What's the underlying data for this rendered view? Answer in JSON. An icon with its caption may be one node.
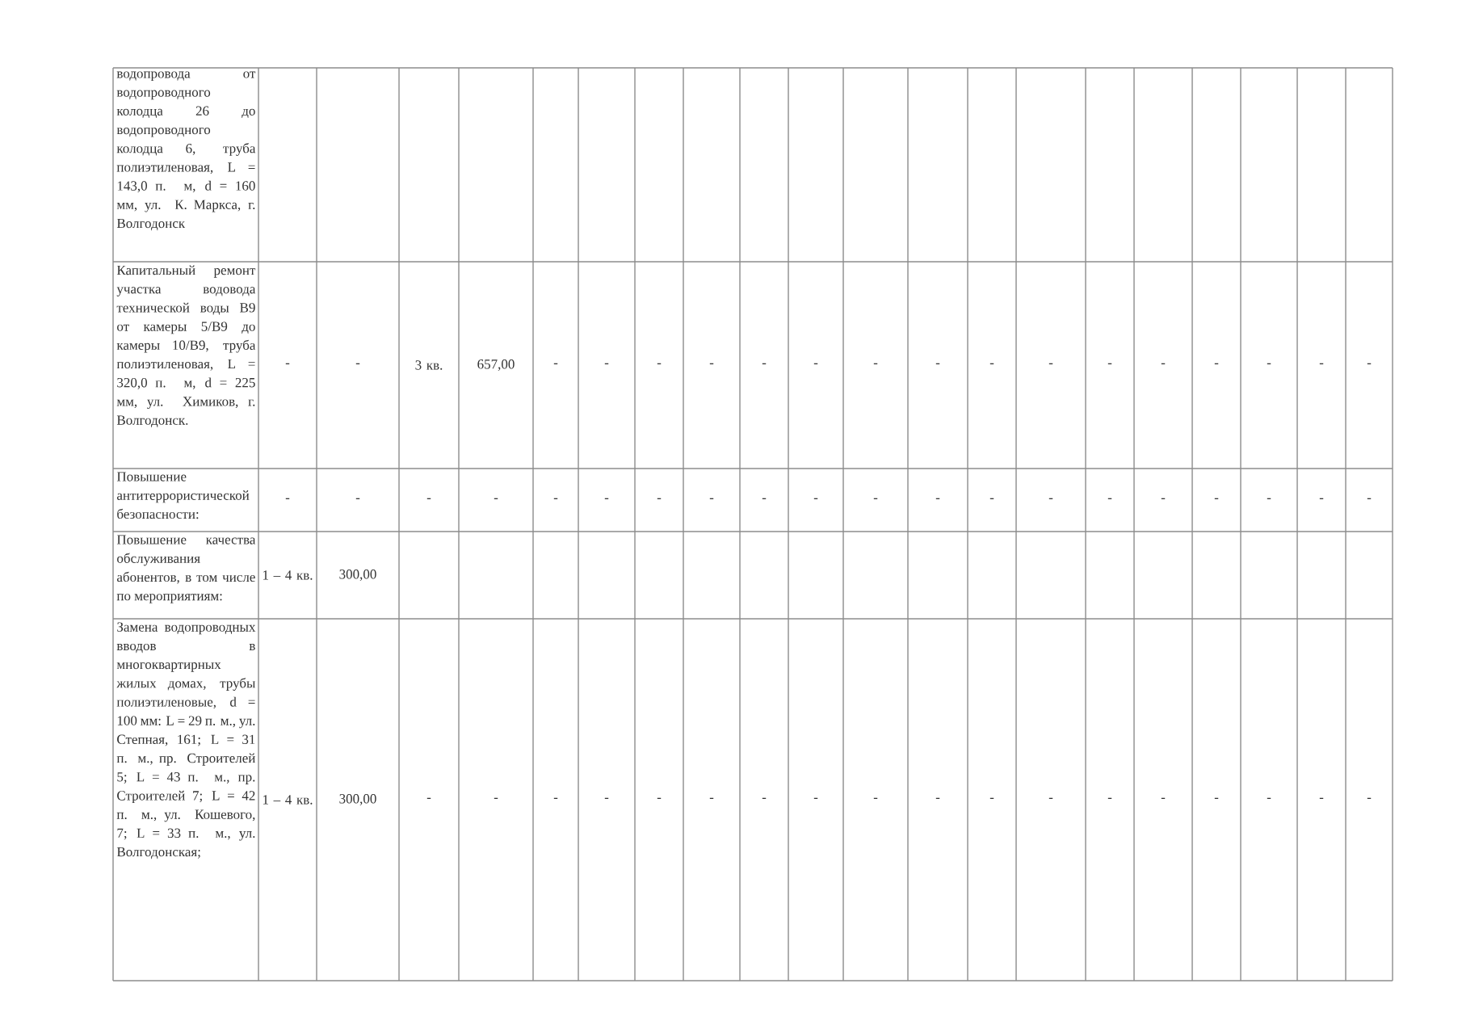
{
  "diagram": {
    "labels": [
      "водопровода от водопроводного колодца 26 до водопроводного колодца 6, труба полиэтиленовая, L = 143,0 п. м, d = 160 мм, ул. К. Маркса, г. Волгодонск",
      "Капитальный ремонт участка водовода технической воды В9 от камеры 5/В9 до камеры 10/В9, труба полиэтиленовая, L = 320,0 п. м, d = 225 мм, ул. Химиков, г. Волгодонск.",
      "-",
      "-",
      "3 кв.",
      "657,00",
      "-",
      "-",
      "-",
      "-",
      "-",
      "-",
      "-",
      "-",
      "-",
      "-",
      "-",
      "-",
      "-",
      "-",
      "-",
      "-",
      "Повышение антитеррористической безопасности:",
      "-",
      "-",
      "-",
      "-",
      "-",
      "-",
      "-",
      "-",
      "-",
      "-",
      "-",
      "-",
      "-",
      "-",
      "-",
      "-",
      "-",
      "-",
      "-",
      "-",
      "Повышение качества обслуживания абонентов, в том числе по мероприятиям:",
      "1 – 4 кв.",
      "300,00",
      "Замена водопроводных вводов в многоквартирных жилых домах, трубы полиэтиленовые, d = 100 мм: L = 29 п. м., ул. Степная, 161; L = 31 п. м., пр. Строителей 5; L = 43 п. м., пр. Строителей 7; L = 42 п. м., ул. Кошевого, 7; L = 33 п. м., ул. Волгодонская;",
      "1 – 4 кв.",
      "300,00",
      "-",
      "-",
      "-",
      "-",
      "-",
      "-",
      "-",
      "-",
      "-",
      "-",
      "-",
      "-",
      "-",
      "-",
      "-",
      "-",
      "-",
      "-"
    ]
  }
}
